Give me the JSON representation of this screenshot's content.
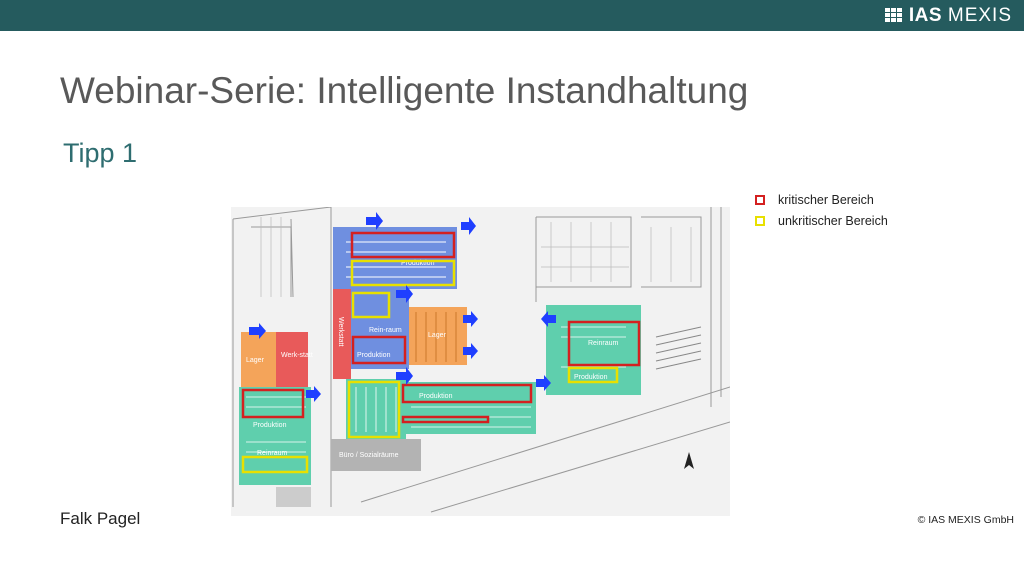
{
  "header": {
    "logo_bold": "IAS",
    "logo_light": "MEXIS"
  },
  "slide": {
    "title": "Webinar-Serie: Intelligente Instandhaltung",
    "subtitle": "Tipp 1",
    "author": "Falk Pagel",
    "copyright": "© IAS MEXIS GmbH"
  },
  "legend": {
    "items": [
      {
        "label": "kritischer Bereich",
        "color": "#d42020"
      },
      {
        "label": "unkritischer Bereich",
        "color": "#e8e000"
      }
    ]
  },
  "plan_labels": {
    "produktion_top": "Produktion",
    "werkstatt_v": "Werkstatt",
    "rein_raum": "Rein-raum",
    "produktion_mid": "Produktion",
    "lager_mid": "Lager",
    "lager_left": "Lager",
    "werkstatt_left": "Werk-statt",
    "produktion_left": "Produktion",
    "reinraum_left": "Reinraum",
    "produktion_center": "Produktion",
    "buero": "Büro / Sozialräume",
    "reinraum_right": "Reinraum",
    "produktion_right": "Produktion"
  },
  "colors": {
    "topbar": "#255b5e",
    "title": "#595959",
    "subtitle": "#2e6d70",
    "production_blue": "#6f8fe0",
    "teal": "#5fcfad",
    "orange": "#f4a45a",
    "red_zone": "#e85a5a",
    "critical": "#d42020",
    "uncritical": "#e8e000"
  }
}
